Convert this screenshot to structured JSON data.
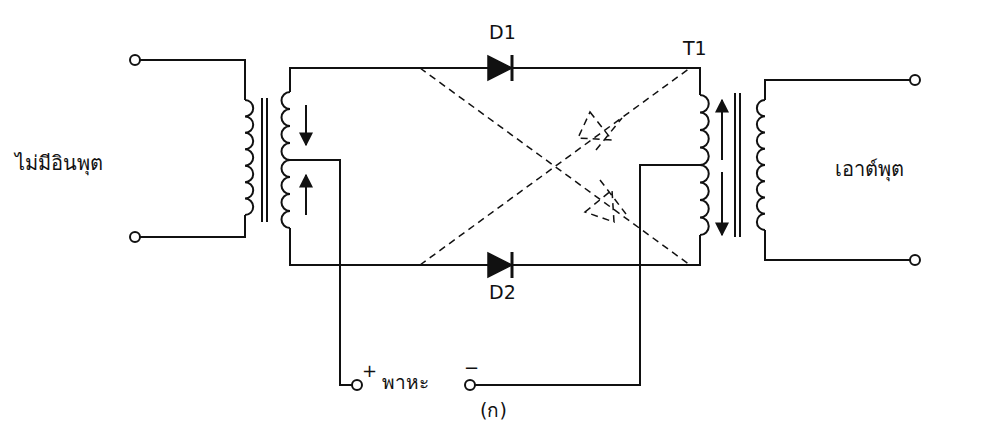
{
  "diagram": {
    "labels": [
      "ไม่มีอินพุต",
      "เอาต์พุต",
      "D1",
      "D2",
      "T1",
      "+",
      "พาหะ",
      "−",
      "(ก)"
    ]
  }
}
